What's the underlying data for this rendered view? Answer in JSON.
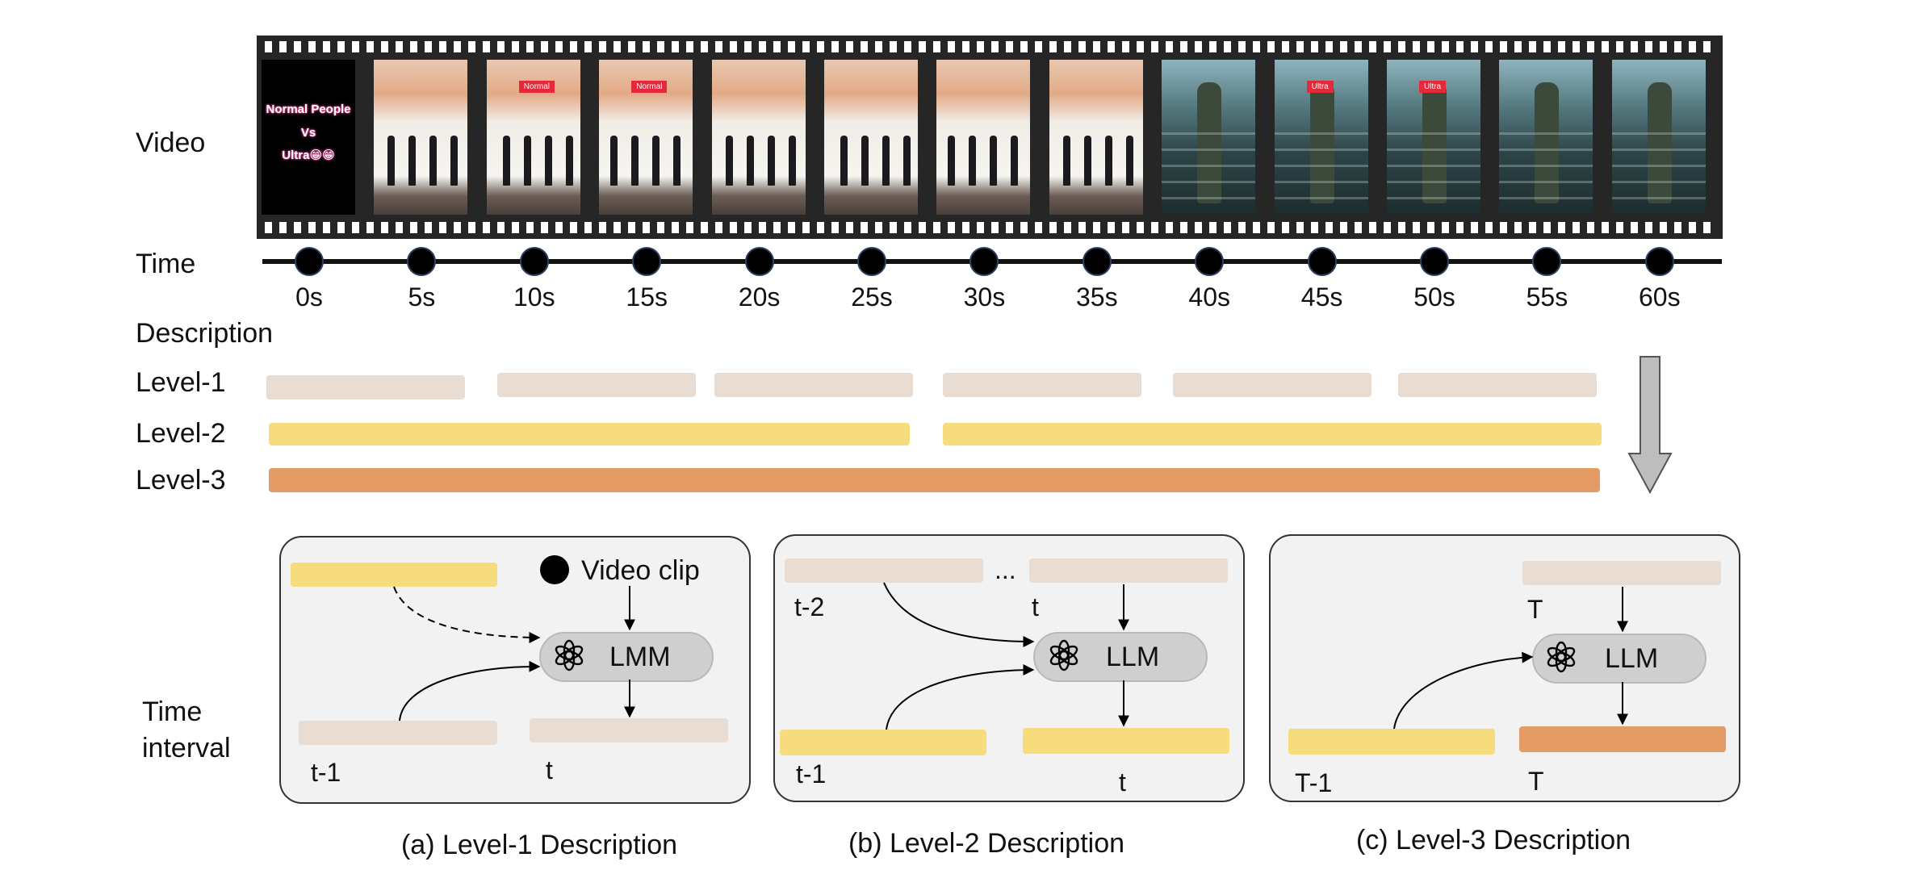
{
  "row_labels": {
    "video": "Video",
    "time": "Time",
    "description": "Description",
    "level1": "Level-1",
    "level2": "Level-2",
    "level3": "Level-3",
    "time_interval_line1": "Time",
    "time_interval_line2": "interval"
  },
  "timeline_ticks": [
    "0s",
    "5s",
    "10s",
    "15s",
    "20s",
    "25s",
    "30s",
    "35s",
    "40s",
    "45s",
    "50s",
    "55s",
    "60s"
  ],
  "filmstrip": {
    "frames": [
      {
        "scene": "title-card",
        "text_lines": [
          "Normal People",
          "Vs",
          "Ultra😁😁"
        ]
      },
      {
        "scene": "hall"
      },
      {
        "scene": "hall",
        "tag": "Normal"
      },
      {
        "scene": "hall",
        "tag": "Normal"
      },
      {
        "scene": "hall"
      },
      {
        "scene": "hall"
      },
      {
        "scene": "hall"
      },
      {
        "scene": "hall"
      },
      {
        "scene": "stairs"
      },
      {
        "scene": "stairs",
        "tag": "Ultra"
      },
      {
        "scene": "stairs",
        "tag": "Ultra"
      },
      {
        "scene": "stairs"
      },
      {
        "scene": "stairs"
      }
    ]
  },
  "panels": {
    "a": {
      "legend": "Video clip",
      "model": "LMM",
      "prev_label": "t-1",
      "out_label": "t",
      "caption": "(a) Level-1 Description"
    },
    "b": {
      "ellipsis": "...",
      "in1_label": "t-2",
      "in2_label": "t",
      "model": "LLM",
      "prev_label": "t-1",
      "out_label": "t",
      "caption": "(b) Level-2 Description"
    },
    "c": {
      "in_label": "T",
      "model": "LLM",
      "prev_label": "T-1",
      "out_label": "T",
      "caption": "(c) Level-3 Description"
    }
  },
  "colors": {
    "level1": "#e8dcd3",
    "level2": "#f6dc7c",
    "level3": "#e59b65",
    "film": "#262626",
    "panel_bg": "#f2f2f2",
    "pill": "#cfcfcf"
  },
  "icons": [
    "openai-logo-icon",
    "video-clip-dot-icon",
    "down-arrow-icon"
  ]
}
